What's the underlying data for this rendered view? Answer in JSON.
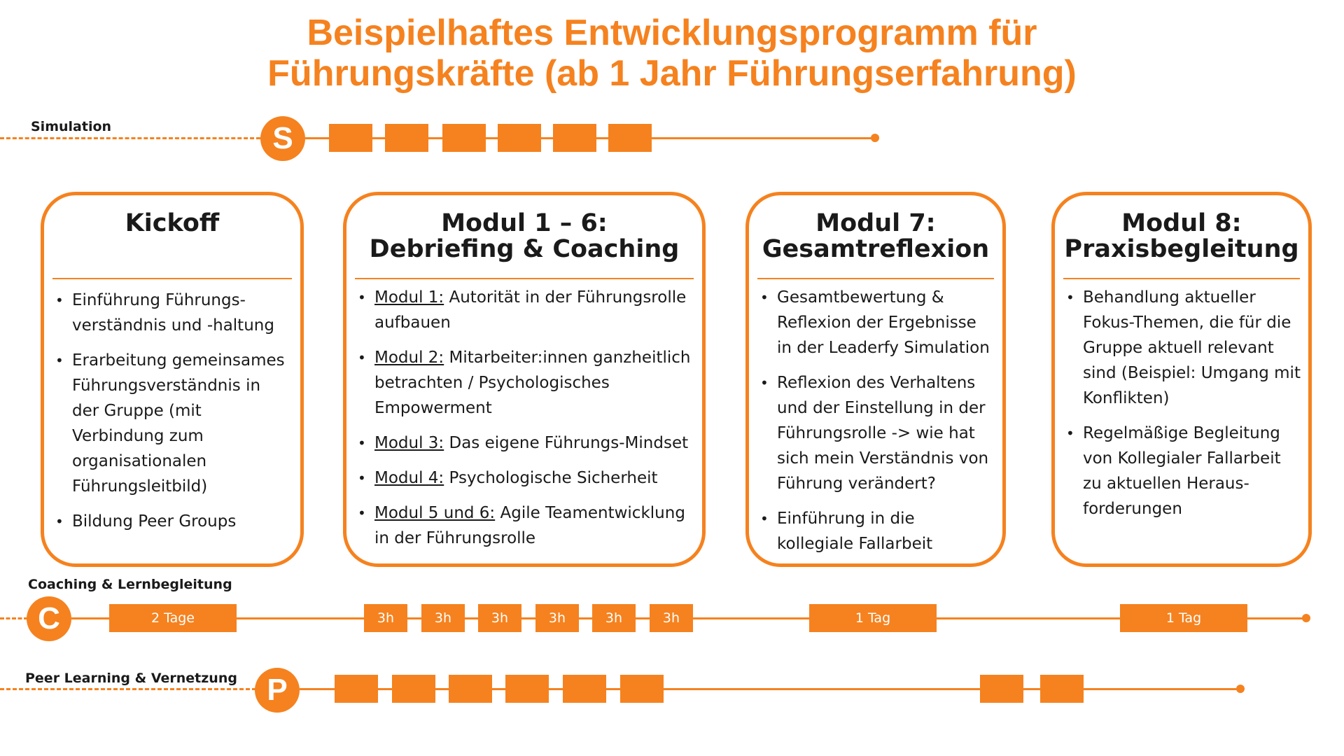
{
  "title": {
    "line1": "Beispielhaftes Entwicklungsprogramm für",
    "line2": "Führungskräfte (ab 1 Jahr Führungserfahrung)"
  },
  "colors": {
    "accent": "#f5821f",
    "text": "#1a1a1a",
    "background": "#ffffff"
  },
  "tracks": {
    "simulation": {
      "label": "Simulation",
      "letter": "S",
      "block_count": 6
    },
    "coaching": {
      "label": "Coaching & Lernbegleitung",
      "letter": "C",
      "sessions": [
        "2 Tage",
        "3h",
        "3h",
        "3h",
        "3h",
        "3h",
        "3h",
        "1 Tag",
        "1 Tag"
      ]
    },
    "peer": {
      "label": "Peer Learning & Vernetzung",
      "letter": "P",
      "block_count": 8
    }
  },
  "cards": {
    "kickoff": {
      "title_line1": "Kickoff",
      "items": [
        "Einführung Führungs-verständnis und -haltung",
        "Erarbeitung gemeinsames Führungsverständnis in der Gruppe (mit Verbindung zum organisationalen Führungsleitbild)",
        "Bildung Peer Groups"
      ]
    },
    "modul16": {
      "title_line1": "Modul 1 – 6:",
      "title_line2": "Debriefing & Coaching",
      "items": [
        {
          "label": "Modul 1:",
          "text": " Autorität in der Führungsrolle aufbauen"
        },
        {
          "label": "Modul 2:",
          "text": " Mitarbeiter:innen ganzheitlich betrachten / Psychologisches Empowerment"
        },
        {
          "label": "Modul 3:",
          "text": " Das eigene Führungs-Mindset"
        },
        {
          "label": "Modul 4:",
          "text": " Psychologische Sicherheit"
        },
        {
          "label": "Modul 5 und 6:",
          "text": " Agile Teamentwicklung in der Führungsrolle"
        }
      ]
    },
    "modul7": {
      "title_line1": "Modul 7:",
      "title_line2": "Gesamtreflexion",
      "items": [
        "Gesamtbewertung & Reflexion der Ergebnisse in der Leaderfy Simulation",
        "Reflexion des Verhaltens und der Einstellung in der Führungsrolle -> wie hat sich mein Verständnis von Führung verändert?",
        "Einführung in die kollegiale Fallarbeit"
      ]
    },
    "modul8": {
      "title_line1": "Modul 8:",
      "title_line2": "Praxisbegleitung",
      "items": [
        "Behandlung aktueller Fokus-Themen, die für die Gruppe aktuell relevant sind (Beispiel: Umgang mit Konflikten)",
        "Regelmäßige Begleitung von Kollegialer Fallarbeit zu aktuellen Heraus-forderungen"
      ]
    }
  }
}
